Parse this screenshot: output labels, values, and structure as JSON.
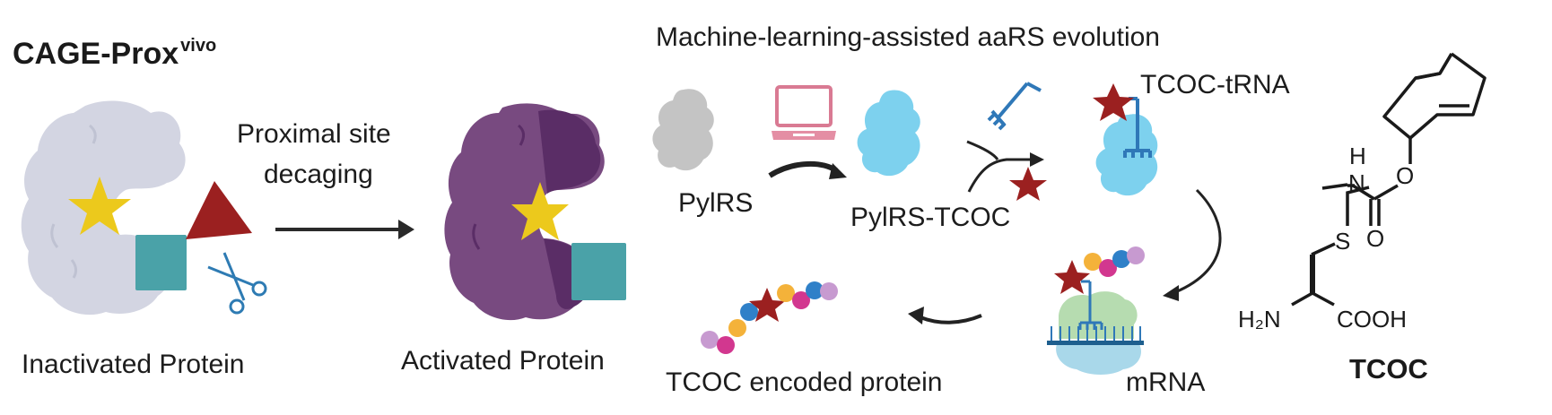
{
  "figure": {
    "title_main": "CAGE-Prox",
    "title_superscript": "vivo"
  },
  "left_panel": {
    "step_label_line1": "Proximal site",
    "step_label_line2": "decaging",
    "inactivated_label": "Inactivated Protein",
    "activated_label": "Activated Protein"
  },
  "evolution_panel": {
    "title": "Machine-learning-assisted aaRS evolution",
    "pylrs_label": "PylRS",
    "pylrs_tcoc_label": "PylRS-TCOC",
    "tcoc_trna_label": "TCOC-tRNA",
    "mrna_label": "mRNA",
    "encoded_protein_label": "TCOC encoded protein"
  },
  "structure_panel": {
    "name": "TCOC",
    "atoms": {
      "nh": "H",
      "n": "N",
      "o_ether": "O",
      "o_carbonyl": "O",
      "s": "S",
      "h2n": "H₂N",
      "cooh": "COOH"
    }
  },
  "colors": {
    "inactive_protein": "#d3d5e2",
    "active_protein": "#784a80",
    "active_protein_dark": "#5a2d66",
    "star_yellow": "#ecc91c",
    "cage_red": "#9b2020",
    "teal_square": "#4aa2a8",
    "scissors_blue": "#2e7bb3",
    "pylrs_gray": "#c4c4c4",
    "laptop_pink": "#d97a93",
    "pylrs_blue": "#7dd1ee",
    "trna_blue": "#2f78b8",
    "ribosome_green": "#b6dcb0",
    "ribosome_blue": "#a9d8ea",
    "bead_lilac": "#c79ad0",
    "bead_magenta": "#d2378f",
    "bead_orange": "#f4b23a",
    "bead_blue": "#2f80c8"
  }
}
